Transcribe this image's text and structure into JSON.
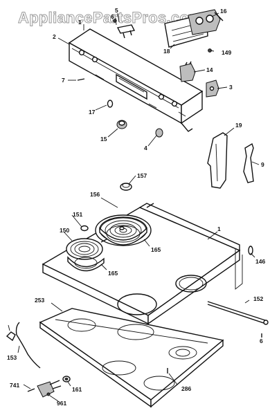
{
  "watermark": "AppliancePartsPros.com",
  "parts": {
    "p1": "1",
    "p2": "2",
    "p3": "3",
    "p4": "4",
    "p5": "5",
    "p6": "6",
    "p7": "7",
    "p9": "9",
    "p14": "14",
    "p15": "15",
    "p16": "16",
    "p17": "17",
    "p18": "18",
    "p19": "19",
    "p146": "146",
    "p149": "149",
    "p150": "150",
    "p151": "151",
    "p152": "152",
    "p153": "153",
    "p156": "156",
    "p157": "157",
    "p161": "161",
    "p165a": "165",
    "p165b": "165",
    "p253": "253",
    "p286": "286",
    "p741": "741",
    "p961": "961",
    "p6b": "6"
  }
}
